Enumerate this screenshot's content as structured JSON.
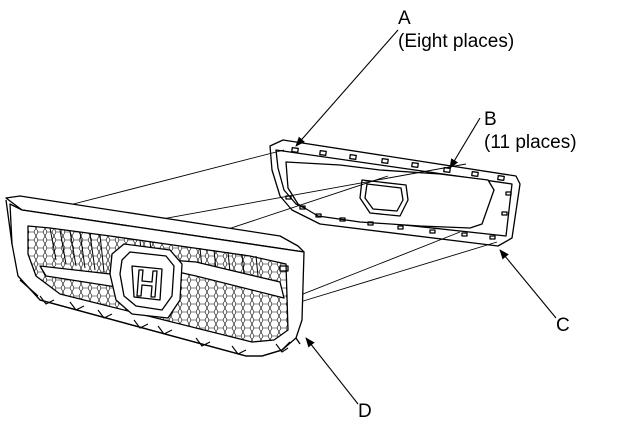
{
  "callouts": {
    "a": {
      "letter": "A",
      "note": "(Eight places)"
    },
    "b": {
      "letter": "B",
      "note": "(11 places)"
    },
    "c": {
      "letter": "C"
    },
    "d": {
      "letter": "D"
    }
  },
  "colors": {
    "line": "#000000",
    "background": "#ffffff"
  }
}
